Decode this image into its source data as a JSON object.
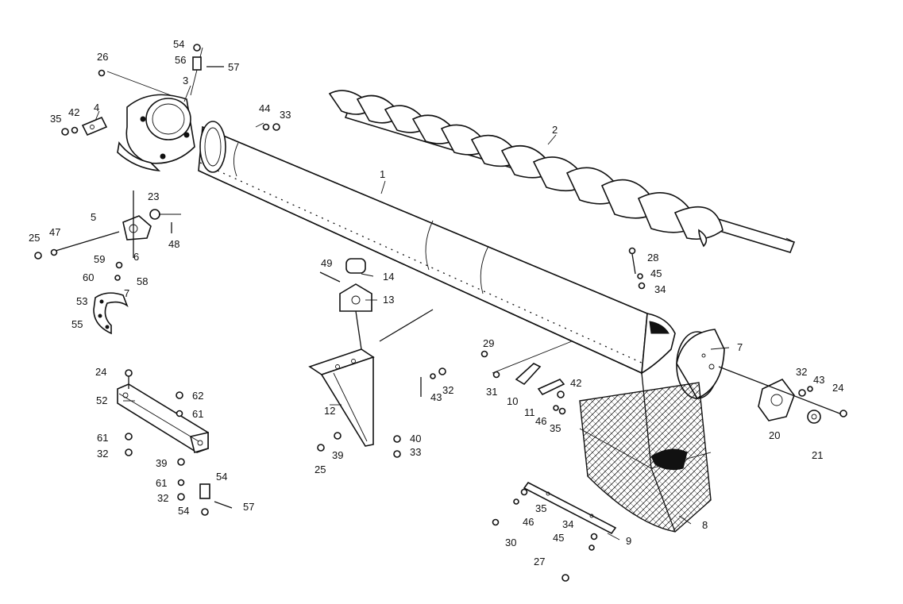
{
  "labels": {
    "l1": "1",
    "l2": "2",
    "l3": "3",
    "l4": "4",
    "l5": "5",
    "l6": "6",
    "l7a": "7",
    "l7b": "7",
    "l8": "8",
    "l9": "9",
    "l10": "10",
    "l11": "11",
    "l12": "12",
    "l13": "13",
    "l14": "14",
    "l20": "20",
    "l21": "21",
    "l23": "23",
    "l24a": "24",
    "l24b": "24",
    "l25a": "25",
    "l25b": "25",
    "l26": "26",
    "l27": "27",
    "l28": "28",
    "l29": "29",
    "l30": "30",
    "l31": "31",
    "l32a": "32",
    "l32b": "32",
    "l32c": "32",
    "l32d": "32",
    "l33a": "33",
    "l33b": "33",
    "l34a": "34",
    "l34b": "34",
    "l35a": "35",
    "l35b": "35",
    "l35c": "35",
    "l39a": "39",
    "l39b": "39",
    "l40": "40",
    "l42a": "42",
    "l42b": "42",
    "l43a": "43",
    "l43b": "43",
    "l44": "44",
    "l45a": "45",
    "l45b": "45",
    "l46a": "46",
    "l46b": "46",
    "l47": "47",
    "l48": "48",
    "l49": "49",
    "l52": "52",
    "l53": "53",
    "l54a": "54",
    "l54b": "54",
    "l54c": "54",
    "l55": "55",
    "l56": "56",
    "l57a": "57",
    "l57b": "57",
    "l58": "58",
    "l59": "59",
    "l60": "60",
    "l61a": "61",
    "l61b": "61",
    "l61c": "61",
    "l62": "62"
  }
}
